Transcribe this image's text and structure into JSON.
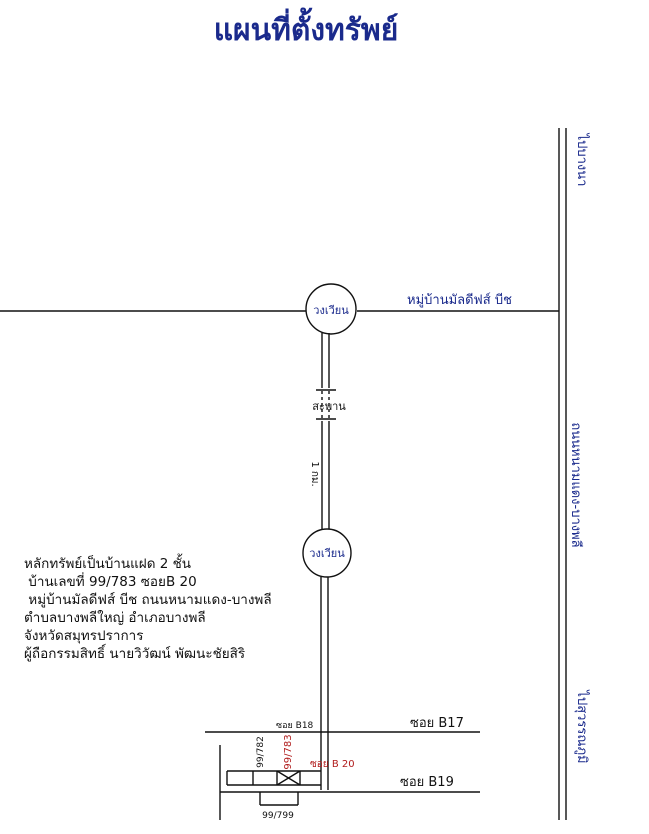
{
  "title": "แผนที่ตั้งทรัพย์",
  "labels": {
    "main_road": "ถนนหนามแดง-บางพลี",
    "upper_to": "ไปบางนา",
    "lower_to": "ไปสุวรรณภูมิ",
    "village_top": "หมู่บ้านมัลดีฟส์ บีช",
    "roundabout": "วงเวียน",
    "bridge": "สะพาน",
    "distance": "1 กม.",
    "soi_b17": "ซอย B17",
    "soi_b18": "ซอย B18",
    "soi_b19": "ซอย B19",
    "soi_b20": "ซอย B 20",
    "plot_782": "99/782",
    "plot_783": "99/783",
    "plot_799": "99/799"
  },
  "info_lines": [
    "หลักทรัพย์เป็นบ้านแฝด 2 ชั้น",
    " บ้านเลขที่ 99/783 ซอยB 20",
    " หมู่บ้านมัลดีฟส์ บีช ถนนหนามแดง-บางพลี",
    "ตำบลบางพลีใหญ่ อำเภอบางพลี",
    "จังหวัดสมุทรปราการ",
    "ผู้ถือกรรมสิทธิ์ นายวิวัฒน์ พัฒนะชัยสิริ"
  ],
  "colors": {
    "label_blue": "#1a2a8c",
    "target_red": "#b01c1c",
    "line": "#111111"
  }
}
